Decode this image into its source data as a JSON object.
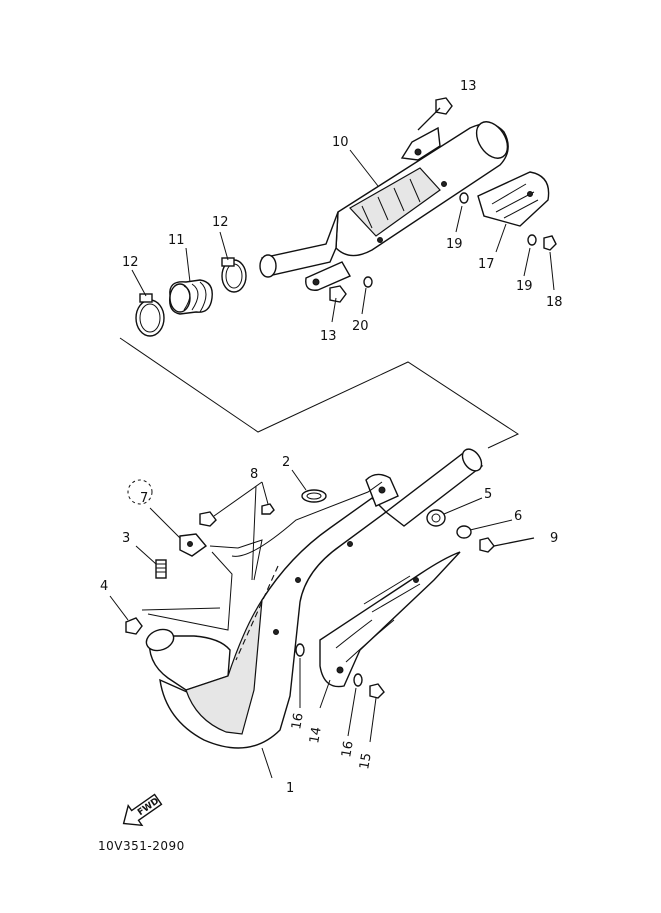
{
  "callouts": [
    {
      "id": "c1",
      "text": "1"
    },
    {
      "id": "c2",
      "text": "2"
    },
    {
      "id": "c3",
      "text": "3"
    },
    {
      "id": "c4",
      "text": "4"
    },
    {
      "id": "c5",
      "text": "5"
    },
    {
      "id": "c6",
      "text": "6"
    },
    {
      "id": "c7",
      "text": "7"
    },
    {
      "id": "c8",
      "text": "8"
    },
    {
      "id": "c9",
      "text": "9"
    },
    {
      "id": "c10",
      "text": "10"
    },
    {
      "id": "c11",
      "text": "11"
    },
    {
      "id": "c12a",
      "text": "12"
    },
    {
      "id": "c12b",
      "text": "12"
    },
    {
      "id": "c13a",
      "text": "13"
    },
    {
      "id": "c13b",
      "text": "13"
    },
    {
      "id": "c14",
      "text": "14"
    },
    {
      "id": "c15",
      "text": "15"
    },
    {
      "id": "c16a",
      "text": "16"
    },
    {
      "id": "c16b",
      "text": "16"
    },
    {
      "id": "c17",
      "text": "17"
    },
    {
      "id": "c18",
      "text": "18"
    },
    {
      "id": "c19a",
      "text": "19"
    },
    {
      "id": "c19b",
      "text": "19"
    },
    {
      "id": "c20",
      "text": "20"
    }
  ],
  "fwd_label": "FWD",
  "drawing_code": "10V351-2090",
  "icons": {
    "direction": "fwd-arrow-icon"
  }
}
